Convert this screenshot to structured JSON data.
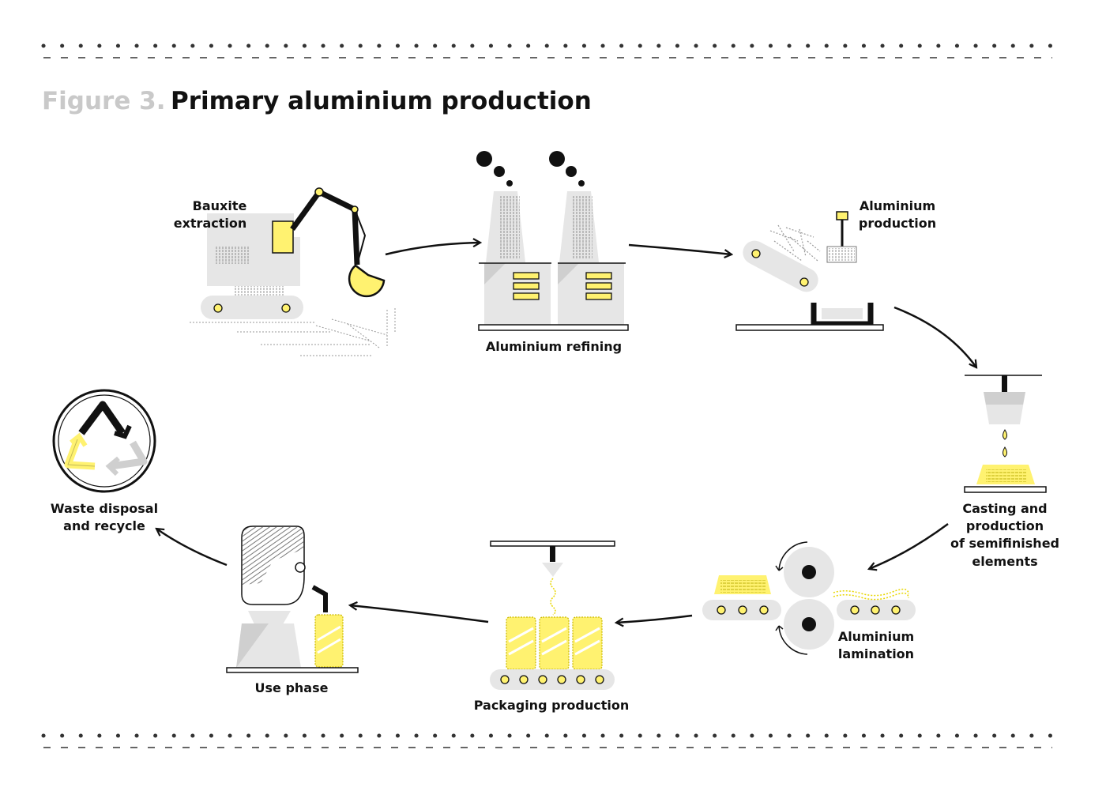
{
  "figure": {
    "label": "Figure 3.",
    "title": "Primary aluminium production"
  },
  "steps": {
    "bauxite": {
      "line1": "Bauxite",
      "line2": "extraction"
    },
    "refining": {
      "line1": "Aluminium refining"
    },
    "production": {
      "line1": "Aluminium",
      "line2": "production"
    },
    "casting": {
      "line1": "Casting and",
      "line2": "production",
      "line3": "of semifinished",
      "line4": "elements"
    },
    "lamination": {
      "line1": "Aluminium",
      "line2": "lamination"
    },
    "packaging": {
      "line1": "Packaging production"
    },
    "use": {
      "line1": "Use phase"
    },
    "waste": {
      "line1": "Waste disposal",
      "line2": "and recycle"
    }
  },
  "colors": {
    "accent": "#fff270",
    "grey_light": "#e6e6e6",
    "grey_mid": "#cfcfcf",
    "ink": "#111111"
  }
}
